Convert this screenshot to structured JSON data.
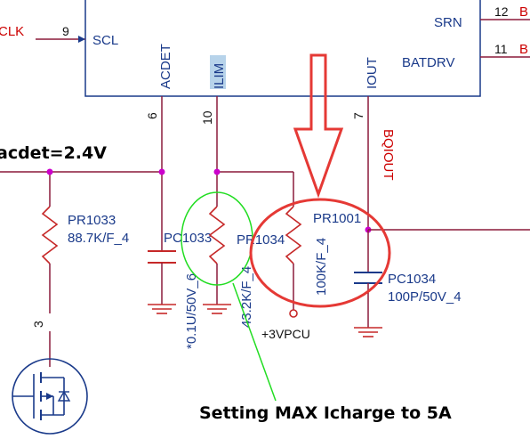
{
  "ic": {
    "pins": {
      "scl": "SCL",
      "acdet": "ACDET",
      "ilim": "ILIM",
      "iout": "IOUT",
      "srn": "SRN",
      "batdrv": "BATDRV"
    },
    "pin_numbers": {
      "scl": "9",
      "acdet": "6",
      "ilim": "10",
      "iout": "7",
      "srn": "12",
      "batdrv": "11"
    }
  },
  "nets": {
    "sclk": "CLK",
    "srn_net": "B",
    "batdrv_net": "B",
    "bqiout": "BQIOUT",
    "vpcu": "+3VPCU"
  },
  "annotations": {
    "acdet_voltage": "acdet=2.4V",
    "note": "Setting MAX Icharge to 5A"
  },
  "components": {
    "pr1033": {
      "ref": "PR1033",
      "value": "88.7K/F_4"
    },
    "pc1033": {
      "ref": "PC1033",
      "value": "*0.1U/50V_6"
    },
    "pr1034": {
      "ref": "PR1034",
      "value": "43.2K/F_4"
    },
    "pr1001": {
      "ref": "PR1001",
      "value": "100K/F_4"
    },
    "pc1034": {
      "ref": "PC1034",
      "value": "100P/50V_4"
    },
    "q_pin": "3"
  },
  "colors": {
    "wire": "#8b1a3a",
    "component": "#c62828",
    "ic_body": "#1a3a8a",
    "node": "#cc00cc",
    "highlight_red": "#e53935",
    "highlight_green": "#22dd22",
    "ilim_highlight": "#b7d3ea"
  }
}
